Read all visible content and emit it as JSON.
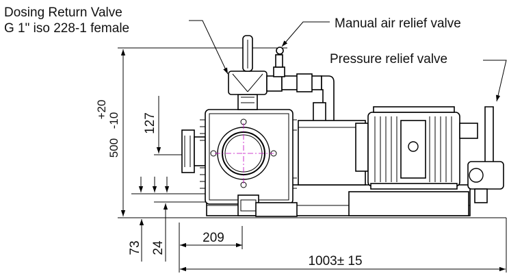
{
  "callouts": {
    "dosing_line1": "Dosing Return Valve",
    "dosing_line2": "G 1\" iso 228-1 female",
    "manual_air": "Manual air relief valve",
    "pressure_relief": "Pressure relief valve"
  },
  "dimensions": {
    "height_nominal": "500",
    "height_tol_plus": "+20",
    "height_tol_minus": "-10",
    "center_height": "127",
    "d73": "73",
    "d24": "24",
    "d209": "209",
    "overall_length": "1003± 15"
  },
  "colors": {
    "line": "#000000",
    "centerline": "#c000c0",
    "background": "#ffffff"
  }
}
